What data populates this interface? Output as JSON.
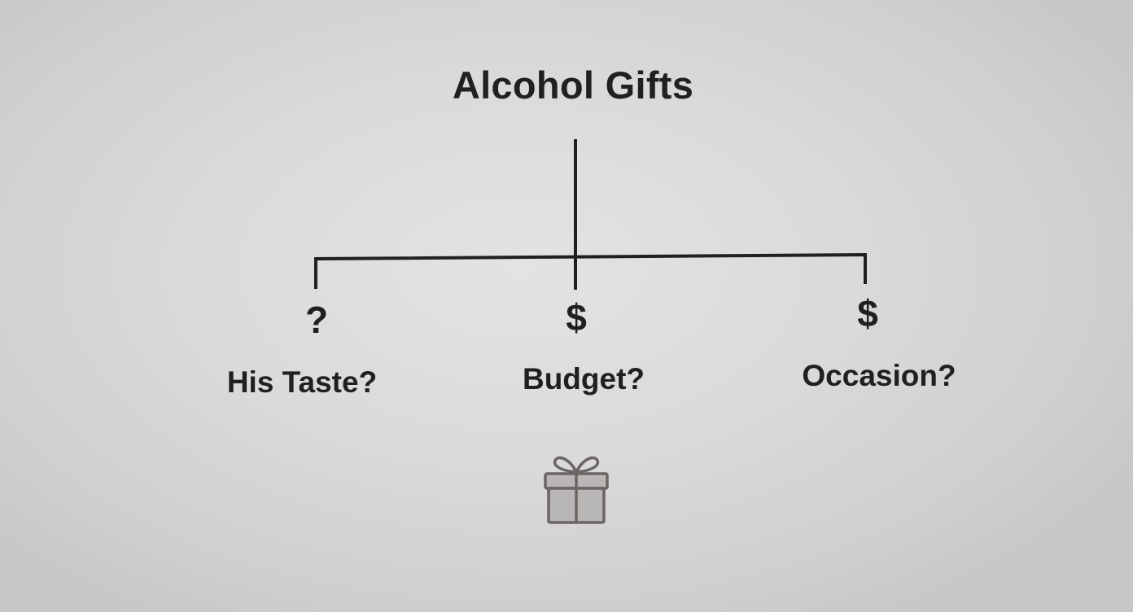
{
  "diagram": {
    "title": "Alcohol Gifts",
    "branches": [
      {
        "symbol": "?",
        "label": "His Taste?"
      },
      {
        "symbol": "$",
        "label": "Budget?"
      },
      {
        "symbol": "$",
        "label": "Occasion?"
      }
    ],
    "footer_icon": "gift-icon"
  },
  "colors": {
    "ink": "#221f20",
    "icon_stroke": "#6b6564",
    "icon_fill": "#b9b7b6",
    "background": "#d6d6d6"
  }
}
